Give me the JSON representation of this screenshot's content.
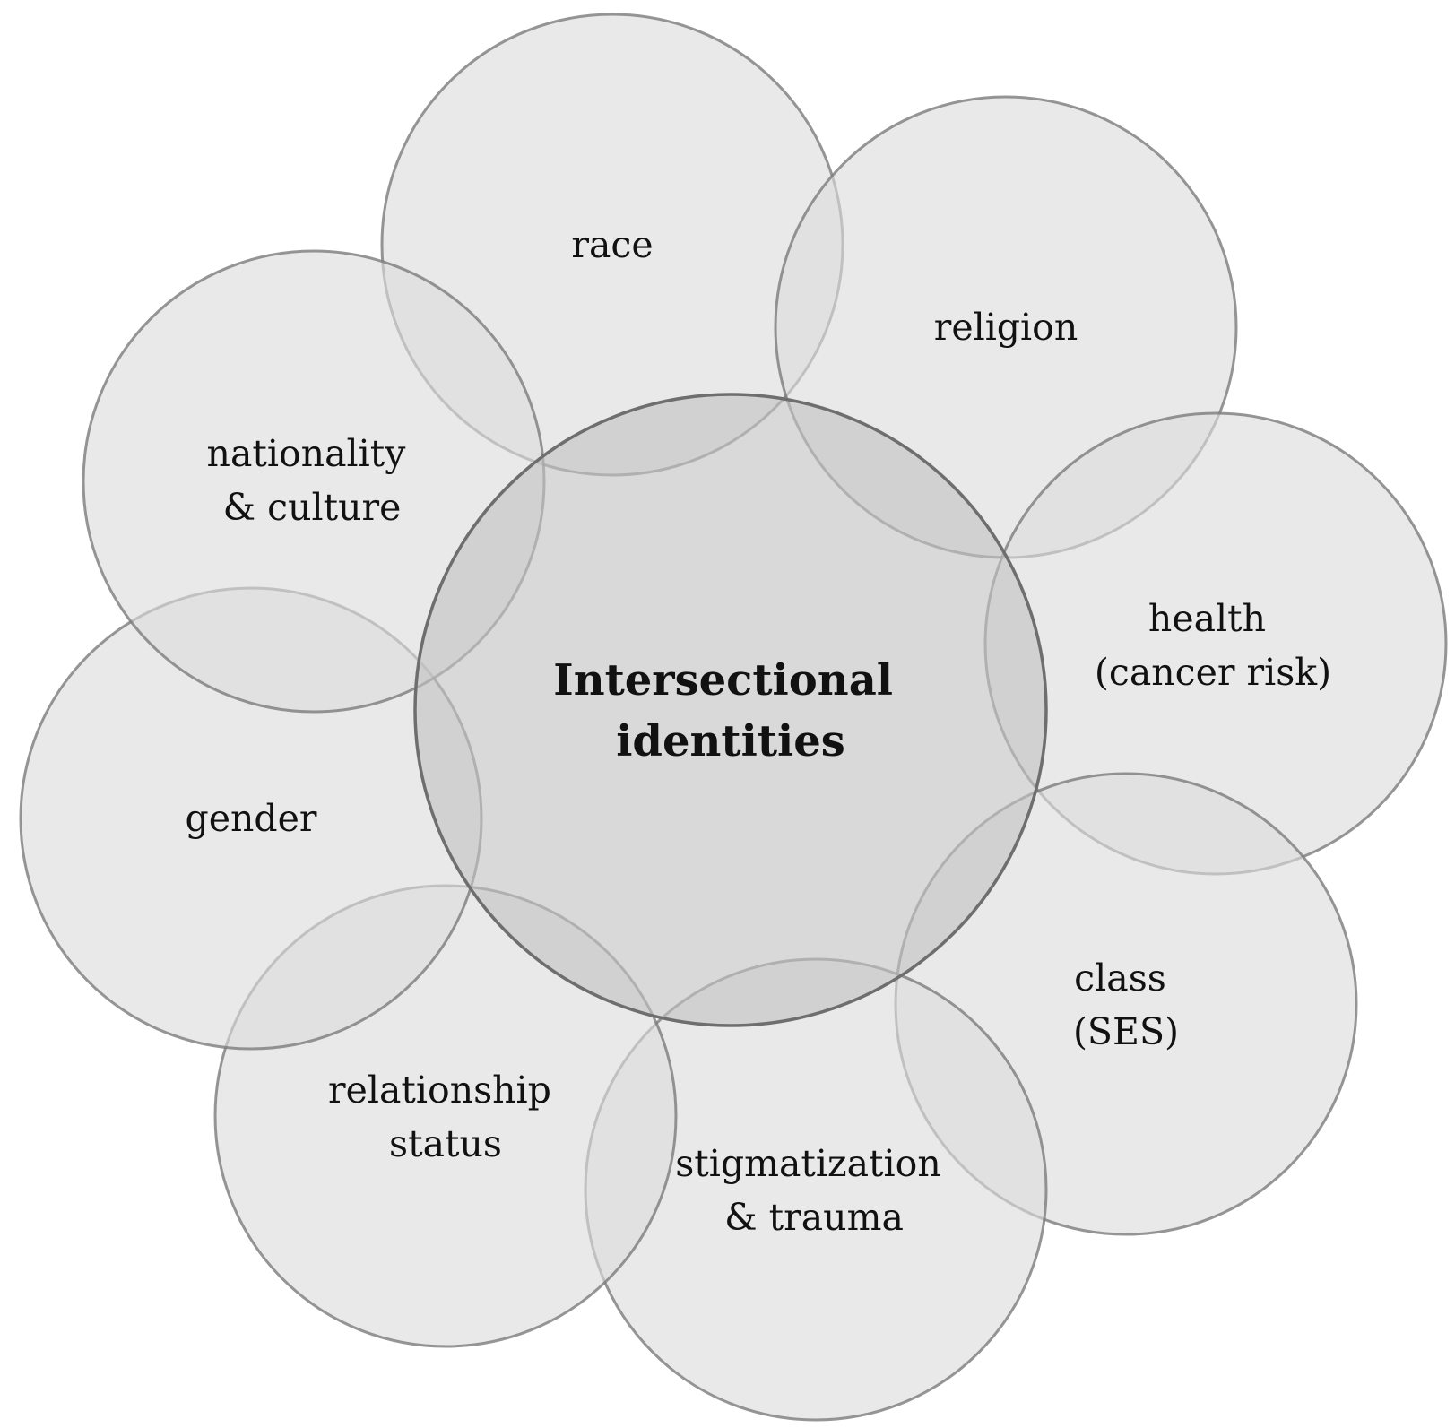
{
  "center": {
    "line1": "Intersectional",
    "line2": "identities"
  },
  "identities": [
    {
      "id": "race",
      "lines": [
        "race"
      ]
    },
    {
      "id": "religion",
      "lines": [
        "religion"
      ]
    },
    {
      "id": "health",
      "lines": [
        "health",
        "(cancer risk)"
      ]
    },
    {
      "id": "class",
      "lines": [
        "class",
        "(SES)"
      ]
    },
    {
      "id": "stigmatization",
      "lines": [
        "stigmatization",
        "& trauma"
      ]
    },
    {
      "id": "relationship",
      "lines": [
        "relationship",
        "status"
      ]
    },
    {
      "id": "gender",
      "lines": [
        "gender"
      ]
    },
    {
      "id": "nationality",
      "lines": [
        "nationality",
        "& culture"
      ]
    }
  ],
  "colors": {
    "outer_fill": "#dcdcdc",
    "center_fill": "#c2c2c2",
    "stroke": "#7c7c7c",
    "text": "#111111"
  }
}
